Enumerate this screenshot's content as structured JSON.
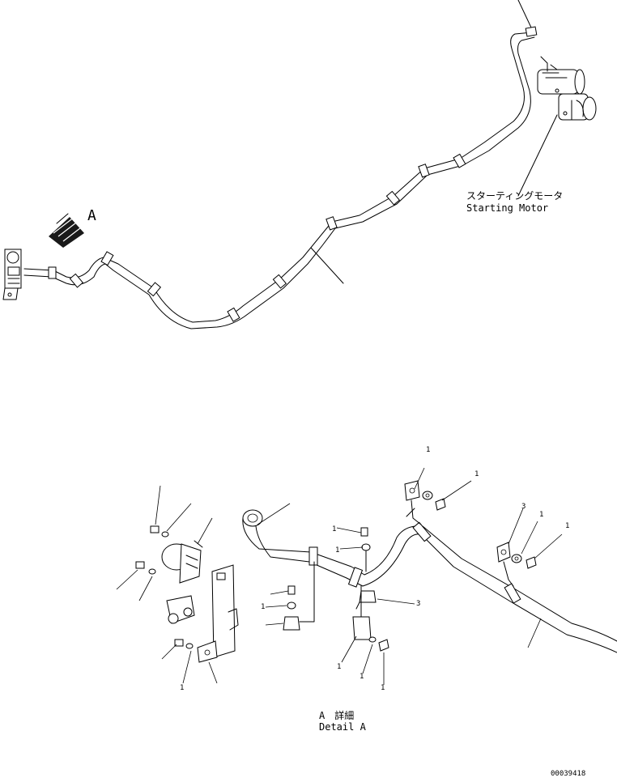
{
  "labels": {
    "view_arrow": "A",
    "starting_motor_jp": "スターティングモータ",
    "starting_motor_en": "Starting Motor",
    "detail_jp": "A　詳細",
    "detail_en": "Detail A",
    "drawing_number": "00039418"
  },
  "callouts": {
    "c1": "1",
    "c2": "1",
    "c3": "3",
    "c4": "1",
    "c5": "1",
    "c6": "1",
    "c7": "1",
    "c8": "3",
    "c9": "1",
    "c10": "1",
    "c11": "1",
    "c12": "1",
    "c13": "1"
  }
}
